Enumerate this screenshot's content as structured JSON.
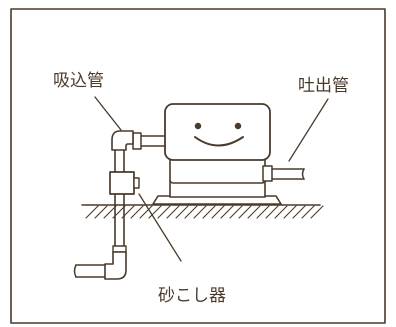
{
  "labels": {
    "suction_pipe": "吸込管",
    "discharge_pipe": "吐出管",
    "strainer": "砂こし器"
  },
  "colors": {
    "ink": "#4a3a2a",
    "background": "#ffffff"
  }
}
